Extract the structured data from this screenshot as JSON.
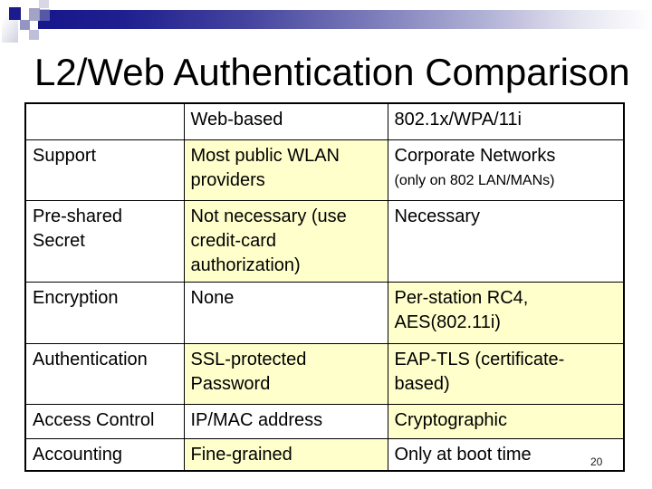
{
  "slide": {
    "title": "L2/Web Authentication Comparison",
    "page_number": "20"
  },
  "table": {
    "header": {
      "col0": "",
      "col1": "Web-based",
      "col2": "802.1x/WPA/11i"
    },
    "rows": [
      {
        "label": "Support",
        "web": "Most public WLAN providers",
        "l2": "Corporate Networks",
        "l2_note": "(only on 802 LAN/MANs)"
      },
      {
        "label": "Pre-shared Secret",
        "web": "Not necessary (use credit-card authorization)",
        "l2": "Necessary"
      },
      {
        "label": "Encryption",
        "web": "None",
        "l2": "Per-station RC4, AES(802.11i)"
      },
      {
        "label": "Authentication",
        "web": "SSL-protected Password",
        "l2": "EAP-TLS (certificate-based)"
      },
      {
        "label": "Access Control",
        "web": "IP/MAC address",
        "l2": "Cryptographic"
      },
      {
        "label": "Accounting",
        "web": "Fine-grained",
        "l2": "Only at boot time"
      }
    ]
  },
  "colors": {
    "highlight_yellow": "#ffffcc",
    "accent_navy": "#1a1a8c",
    "border_black": "#000000",
    "background_white": "#ffffff"
  }
}
